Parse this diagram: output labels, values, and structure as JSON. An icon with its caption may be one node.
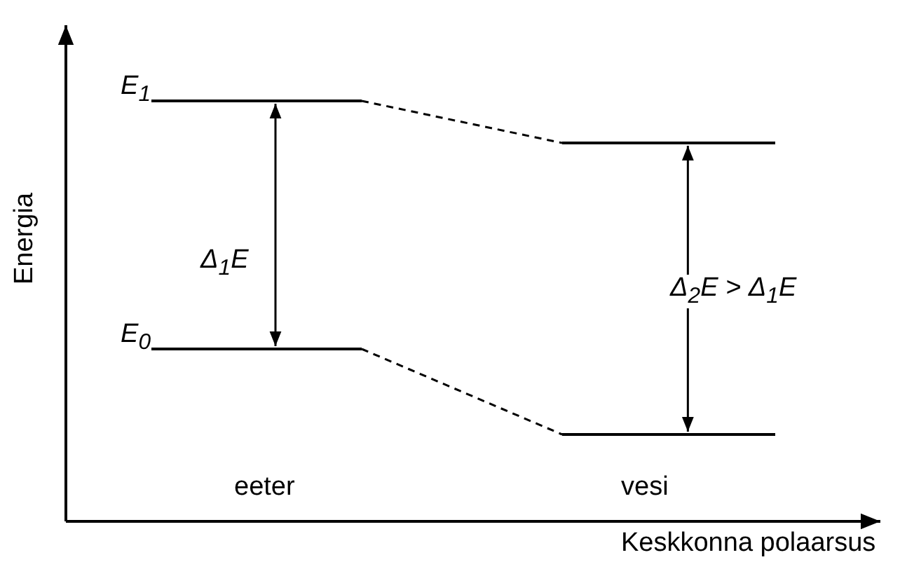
{
  "diagram": {
    "nodes": [
      {
        "text": [],
        "shape": "bar",
        "beside": [
          "E$_{1}$"
        ]
      },
      {
        "text": [],
        "shape": "bar",
        "beside": [
          "E$_{0}$"
        ]
      },
      {
        "text": [],
        "shape": "bar"
      },
      {
        "text": [],
        "shape": "bar"
      }
    ],
    "edges": [
      {
        "from": 0,
        "to": 2,
        "arrow": "none",
        "style": "dashed"
      },
      {
        "from": 1,
        "to": 3,
        "arrow": "none",
        "style": "dashed"
      },
      {
        "from": 0,
        "to": 1,
        "arrow": "both",
        "label": "Δ$_{1}$E"
      },
      {
        "from": 2,
        "to": 3,
        "arrow": "both",
        "label": "Δ$_{2}$E > Δ$_{1}$E"
      }
    ],
    "labels": [
      "Energia",
      "eeter",
      "vesi",
      "Keskkonna polaarsus"
    ]
  }
}
